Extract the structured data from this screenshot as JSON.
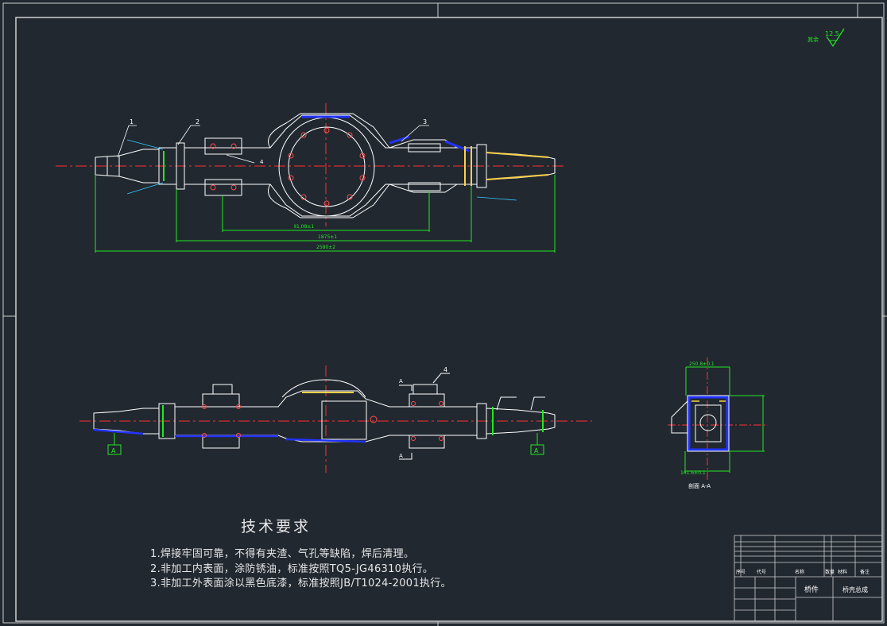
{
  "drawing": {
    "part_labels": [
      "1",
      "2",
      "3",
      "4",
      "4"
    ],
    "surface_finish": {
      "value": "12.5",
      "note": "其余"
    },
    "section_label": "剖面 A-A",
    "section_marker": "A"
  },
  "tech_requirements": {
    "title": "技术要求",
    "items": [
      "1.焊接牢固可靠，不得有夹渣、气孔等缺陷，焊后清理。",
      "2.非加工内表面，涂防锈油，标准按照TQ5-JG46310执行。",
      "3.非加工外表面涂以黑色底漆，标准按照JB/T1024-2001执行。"
    ]
  },
  "title_block": {
    "part_name": "桥件",
    "assembly_name": "桥壳总成",
    "col_headers": [
      "序号",
      "代号",
      "名称",
      "数量",
      "材料",
      "备注"
    ]
  },
  "colors": {
    "background": "#212830",
    "lines": "#ffffff",
    "center_line": "#ff3030",
    "dimension": "#22e822",
    "leader": "#33ccff",
    "hatch": "#2233ff",
    "detail": "#ffd24a",
    "title_text": "#22e822"
  }
}
